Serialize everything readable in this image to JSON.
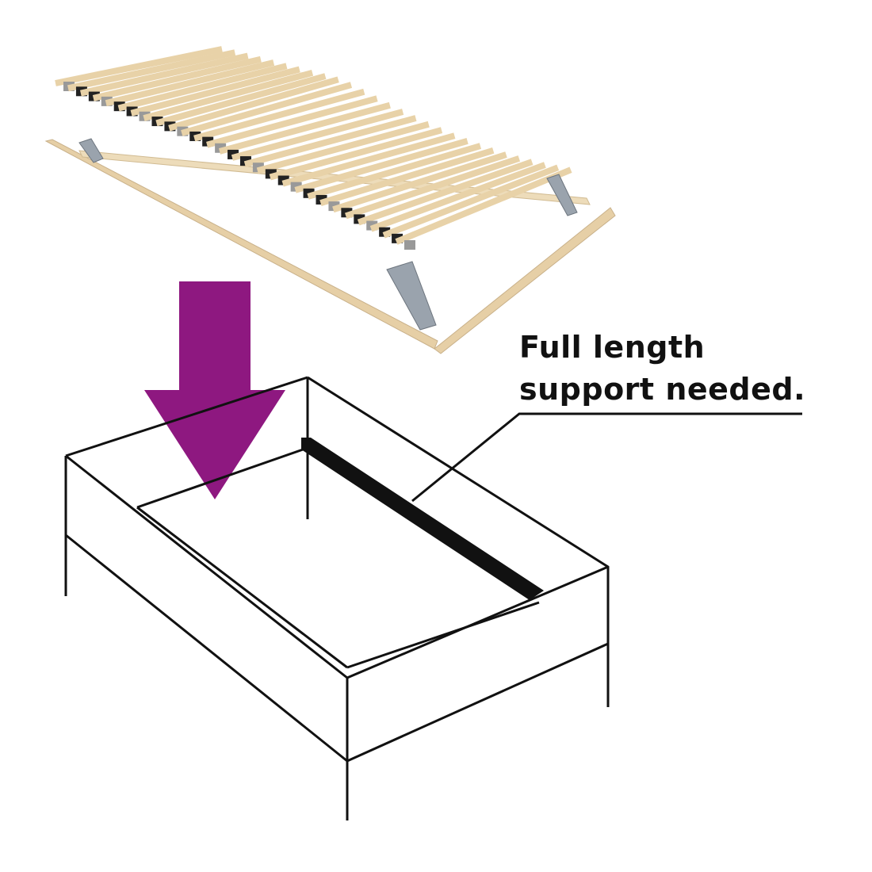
{
  "callout": {
    "line1": "Full length",
    "line2": "support needed."
  },
  "colors": {
    "arrow": "#8E1880",
    "wood": "#E8D2A8",
    "line": "#111111"
  },
  "icons": {
    "product": "slatted-bed-base-image",
    "arrow": "down-arrow-icon"
  }
}
